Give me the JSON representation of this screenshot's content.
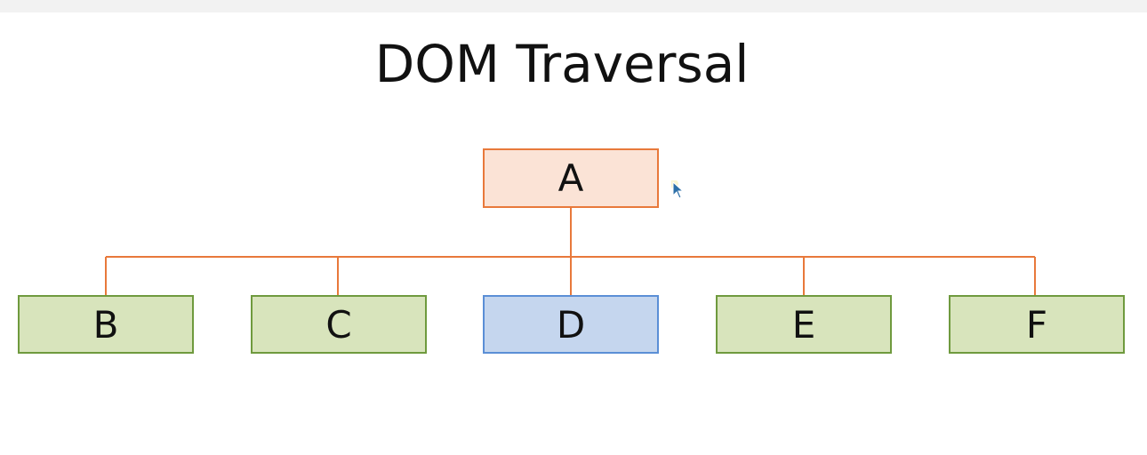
{
  "slide": {
    "title": "DOM Traversal"
  },
  "tree": {
    "root": {
      "label": "A",
      "color_fill": "#fbe3d6",
      "color_border": "#e8793b"
    },
    "children": [
      {
        "label": "B",
        "state": "default"
      },
      {
        "label": "C",
        "state": "default"
      },
      {
        "label": "D",
        "state": "selected"
      },
      {
        "label": "E",
        "state": "default"
      },
      {
        "label": "F",
        "state": "default"
      }
    ]
  },
  "colors": {
    "connector": "#e8793b",
    "child_fill": "#d8e4bc",
    "child_border": "#6f9a3e",
    "selected_fill": "#c5d6ee",
    "selected_border": "#5b8fd6"
  },
  "icons": {
    "cursor": "mouse-pointer-icon"
  }
}
